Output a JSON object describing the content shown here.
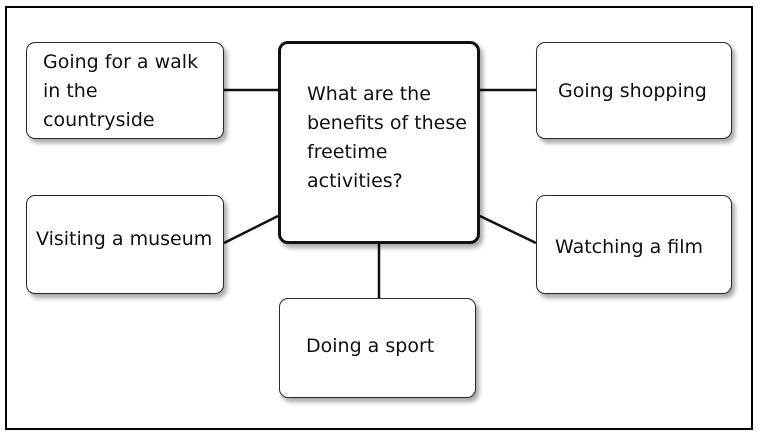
{
  "diagram": {
    "center": "What are the\nbenefits of these\nfreetime\nactivities?",
    "nodes": {
      "walk": "Going for a walk\nin the\ncountryside",
      "shopping": "Going shopping",
      "museum": "Visiting a museum",
      "film": "Watching a film",
      "sport": "Doing a sport"
    }
  }
}
